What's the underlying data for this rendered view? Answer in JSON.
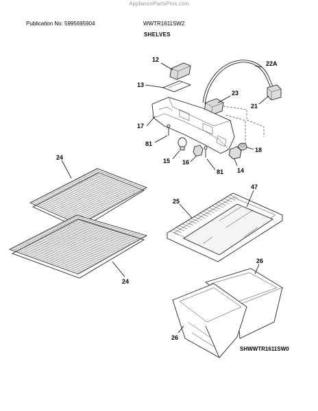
{
  "watermark": "AppliancePartsPros.com",
  "header": {
    "publication": "Publication No: 5995695904",
    "model": "WWTR1611SW2",
    "section_title": "SHELVES"
  },
  "diagram_code": "SHWWTR1611SW0",
  "callouts": {
    "c12": "12",
    "c13": "13",
    "c22a": "22A",
    "c23": "23",
    "c21": "21",
    "c17": "17",
    "c81a": "81",
    "c15": "15",
    "c16": "16",
    "c81b": "81",
    "c18": "18",
    "c14": "14",
    "c24a": "24",
    "c24b": "24",
    "c25": "25",
    "c47": "47",
    "c26a": "26",
    "c26b": "26"
  }
}
